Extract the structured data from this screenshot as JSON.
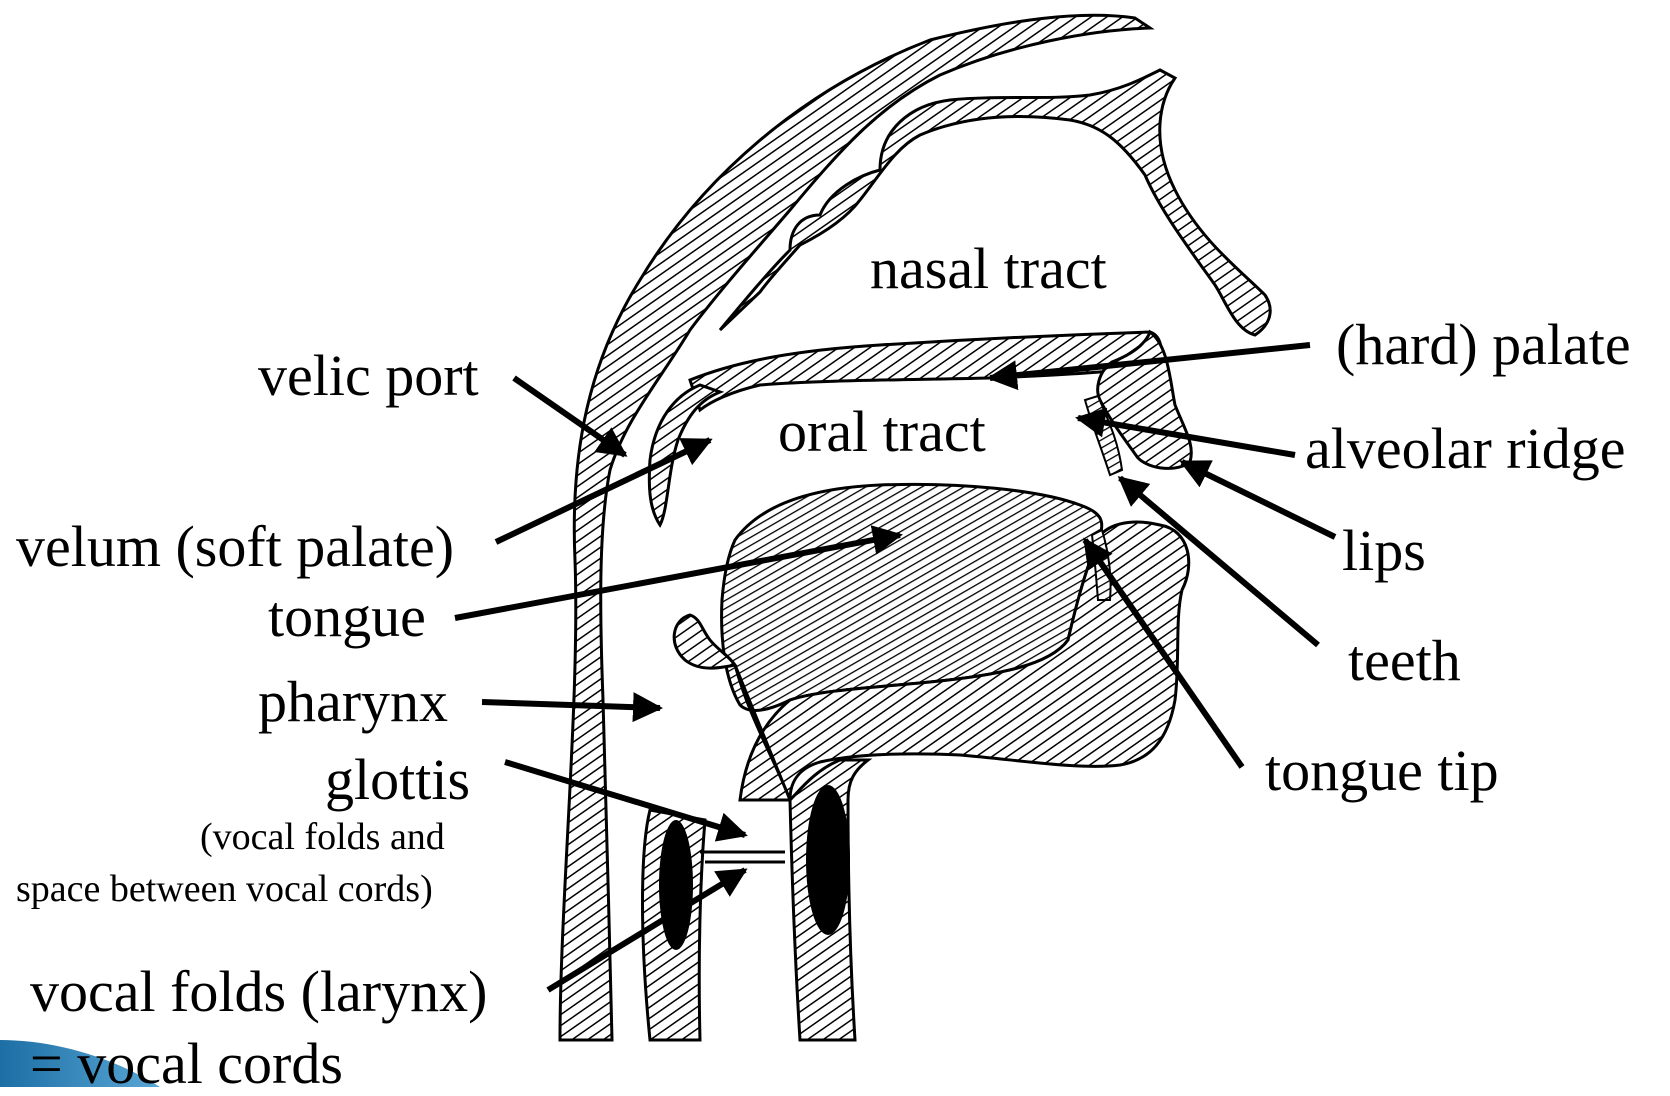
{
  "labels": {
    "nasal_tract": "nasal tract",
    "oral_tract": "oral tract",
    "hard_palate": "(hard) palate",
    "alveolar_ridge": "alveolar ridge",
    "lips": "lips",
    "teeth": "teeth",
    "tongue_tip": "tongue tip",
    "velic_port": "velic port",
    "velum": "velum (soft palate)",
    "tongue": "tongue",
    "pharynx": "pharynx",
    "glottis": "glottis",
    "glottis_note_1": "(vocal folds and",
    "glottis_note_2": "space between vocal cords)",
    "vocal_folds": "vocal folds (larynx)",
    "vocal_cords": "= vocal cords"
  },
  "colors": {
    "ink": "#000000",
    "background": "#ffffff",
    "corner_accent": "#1c6ea4",
    "corner_accent_light": "#5aa7d6"
  }
}
